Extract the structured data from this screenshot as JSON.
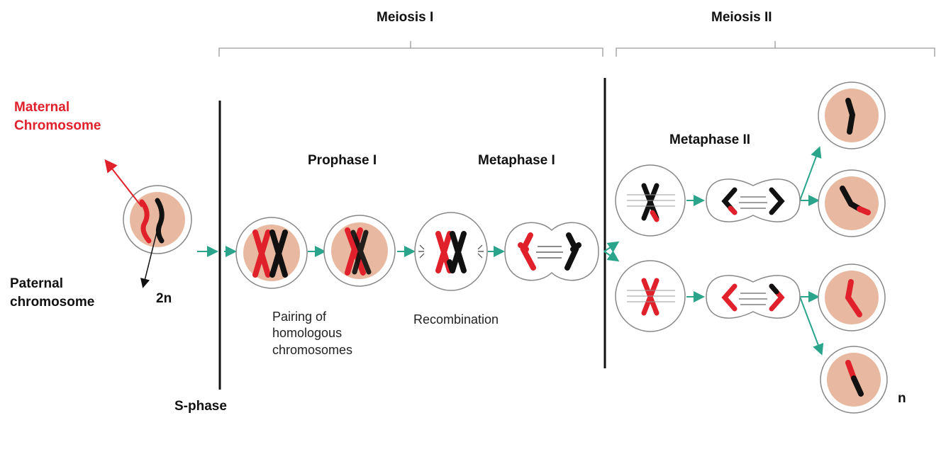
{
  "labels": {
    "meiosis_1": "Meiosis I",
    "meiosis_2": "Meiosis II",
    "maternal": "Maternal Chromosome",
    "paternal": "Paternal chromosome",
    "diploid": "2n",
    "haploid": "n",
    "s_phase": "S-phase",
    "prophase_1": "Prophase I",
    "metaphase_1": "Metaphase I",
    "metaphase_2": "Metaphase II",
    "pairing": "Pairing of homologous chromosomes",
    "recombination": "Recombination"
  },
  "colors": {
    "maternal": "#e0202a",
    "paternal": "#111111",
    "nucleus": "#e8b9a0",
    "cell_outline": "#888888",
    "arrow": "#2aa58c",
    "bracket": "#9a9a9a"
  }
}
